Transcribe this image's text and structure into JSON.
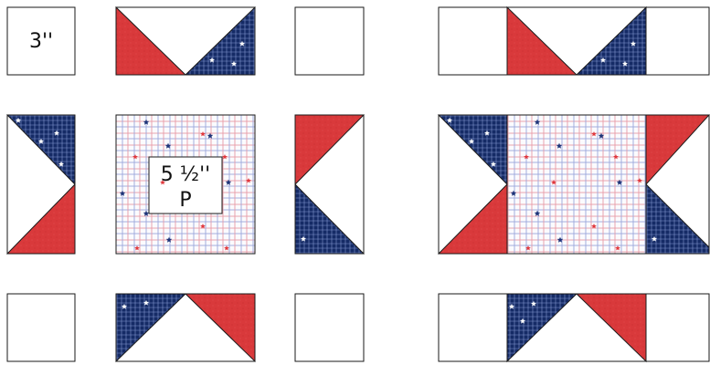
{
  "labels": {
    "corner_square_size": "3''",
    "center_square_size": "5 ½''",
    "center_square_letter": "P"
  },
  "colors": {
    "red": "#d9393b",
    "navy": "#152b66",
    "plaid_line_red": "#e89aa6",
    "plaid_line_blue": "#9aa7dc",
    "outline": "#1a1a1a",
    "white": "#ffffff"
  },
  "icons": [
    "star-icon"
  ]
}
